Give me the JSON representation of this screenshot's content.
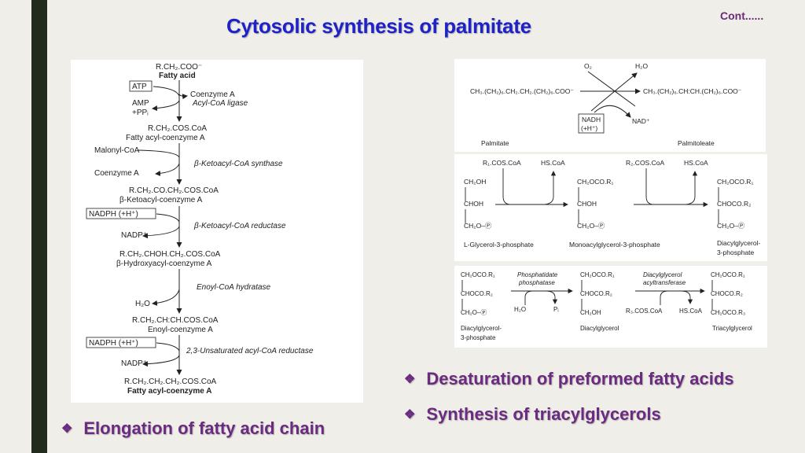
{
  "header": {
    "cont": "Cont......",
    "title": "Cytosolic synthesis of palmitate"
  },
  "elongation": {
    "fatty_acid": "R.CH₂.COO⁻",
    "fatty_acid_name": "Fatty acid",
    "atp": "ATP",
    "amp": "AMP",
    "ppi": "+PPᵢ",
    "coa": "Coenzyme A",
    "ligase": "Acyl-CoA ligase",
    "fatty_acyl_coa": "R.CH₂.COS.CoA",
    "fatty_acyl_coa_name": "Fatty acyl-coenzyme A",
    "malonyl": "Malonyl-CoA",
    "coa2": "Coenzyme A",
    "synthase": "β-Ketoacyl-CoA synthase",
    "ketoacyl": "R.CH₂.CO.CH₂.COS.CoA",
    "ketoacyl_name": "β-Ketoacyl-coenzyme A",
    "nadph1": "NADPH (+H⁺)",
    "nadp1": "NADP⁺",
    "reductase1": "β-Ketoacyl-CoA reductase",
    "hydroxy": "R.CH₂.CHOH.CH₂.COS.CoA",
    "hydroxy_name": "β-Hydroxyacyl-coenzyme A",
    "hydratase": "Enoyl-CoA hydratase",
    "h2o": "H₂O",
    "enoyl": "R.CH₂.CH:CH.COS.CoA",
    "enoyl_name": "Enoyl-coenzyme A",
    "nadph2": "NADPH (+H⁺)",
    "nadp2": "NADP⁺",
    "reductase2": "2,3-Unsaturated acyl-CoA reductase",
    "final": "R.CH₂.CH₂.CH₂.COS.CoA",
    "final_name": "Fatty acyl-coenzyme A"
  },
  "desaturation": {
    "o2": "O₂",
    "h2o": "H₂O",
    "left_formula": "CH₃.(CH₂)₆.CH₂.CH₂.(CH₂)₆.COO⁻",
    "right_formula": "CH₃.(CH₂)₆.CH:CH.(CH₂)₆.COO⁻",
    "nadh_line1": "NADH",
    "nadh_line2": "(+H⁺)",
    "nad": "NAD⁺",
    "palmitate": "Palmitate",
    "palmitoleate": "Palmitoleate"
  },
  "acylation": {
    "r1coa": "R₁.COS.CoA",
    "hscoa1": "HS.CoA",
    "r2coa": "R₂.COS.CoA",
    "hscoa2": "HS.CoA",
    "g_line1": "CH₂OH",
    "g_line2": "CHOH",
    "g_line3": "CH₂O–Ⓟ",
    "g_name": "L-Glycerol-3-phosphate",
    "m_line1": "CH₂OCO.R₁",
    "m_line2": "CHOH",
    "m_line3": "CH₂O–Ⓟ",
    "m_name": "Monoacylglycerol-3-phosphate",
    "d_line1": "CH₂OCO.R₁",
    "d_line2": "CHOCO.R₂",
    "d_line3": "CH₂O–Ⓟ",
    "d_name1": "Diacylglycerol-",
    "d_name2": "3-phosphate"
  },
  "tag": {
    "a_line1": "CH₂OCO.R₁",
    "a_line2": "CHOCO.R₂",
    "a_line3": "CH₂O–Ⓟ",
    "a_name1": "Diacylglycerol-",
    "a_name2": "3-phosphate",
    "enzyme1_line1": "Phosphatidate",
    "enzyme1_line2": "phosphatase",
    "h2o": "H₂O",
    "pi": "Pᵢ",
    "b_line1": "CH₂OCO.R₁",
    "b_line2": "CHOCO.R₂",
    "b_line3": "CH₂OH",
    "b_name": "Diacylglycerol",
    "enzyme2_line1": "Diacylglycerol",
    "enzyme2_line2": "acyltransferase",
    "r3coa": "R₃.COS.CoA",
    "hscoa": "HS.CoA",
    "c_line1": "CH₂OCO.R₁",
    "c_line2": "CHOCO.R₂",
    "c_line3": "CH₂OCO.R₃",
    "c_name": "Triacylglycerol"
  },
  "bullets": {
    "glyph": "❖",
    "desaturation": "Desaturation of preformed fatty acids",
    "triacyl": "Synthesis of triacylglycerols",
    "elongation": "Elongation of fatty acid chain"
  },
  "colors": {
    "title": "#1e22c8",
    "bullet": "#6b2b80",
    "background": "#efeee9",
    "sidebar": "#232a1e"
  }
}
